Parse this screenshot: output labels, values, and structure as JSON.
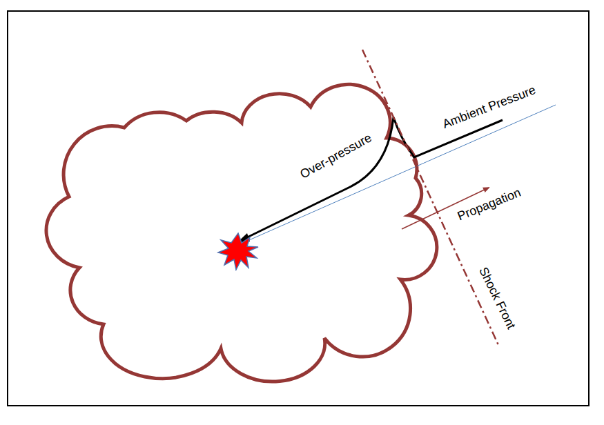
{
  "diagram": {
    "labels": [
      "Over-pressure",
      "Ambient Pressure",
      "Propagation",
      "Shock Front"
    ]
  }
}
